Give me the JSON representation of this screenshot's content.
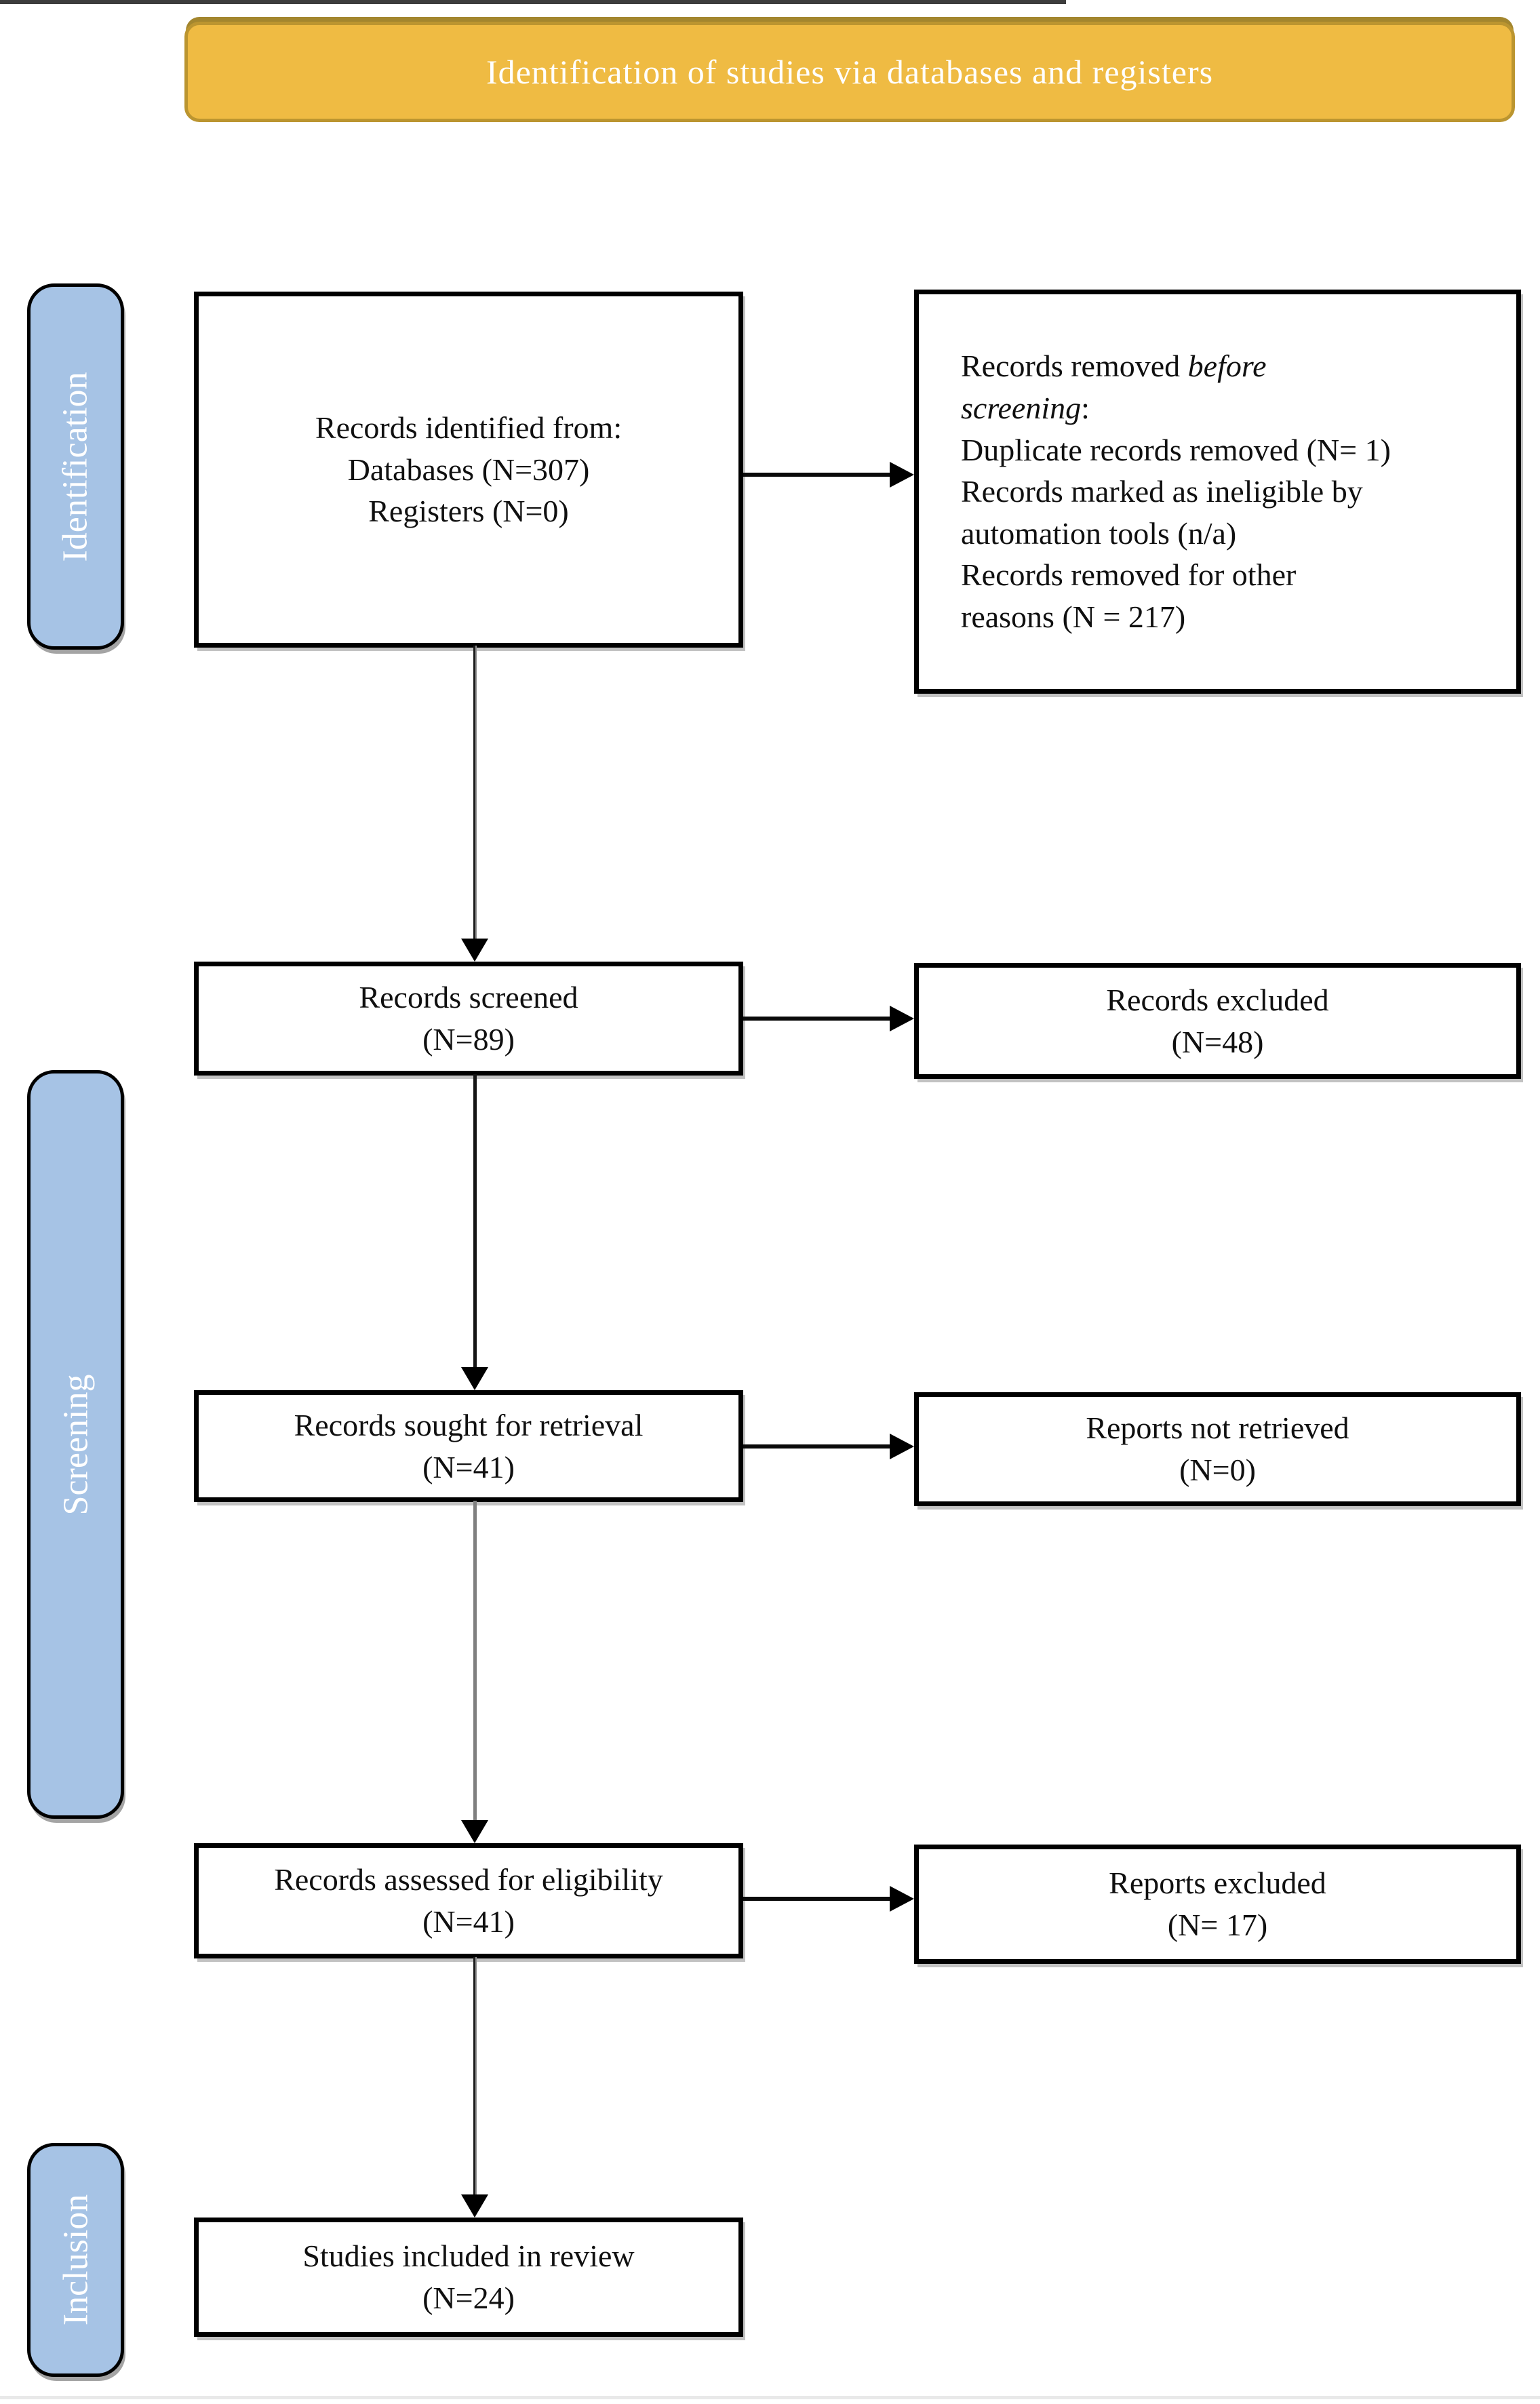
{
  "banner": {
    "label": "Identification of studies via databases and registers"
  },
  "stages": [
    {
      "label": "Identification"
    },
    {
      "label": "Screening"
    },
    {
      "label": "Inclusion"
    }
  ],
  "boxes": {
    "identified": {
      "lines": [
        "Records identified from:",
        "Databases (N=307)",
        "Registers (N=0)"
      ]
    },
    "removed": {
      "intro_1_normal": "Records removed ",
      "intro_1_italic": "before",
      "intro_2_italic": "screening",
      "intro_2_suffix": ":",
      "lines": [
        "Duplicate records removed (N= 1)",
        "Records marked as ineligible by",
        "automation tools (n/a)",
        "Records removed for other",
        "reasons (N = 217)"
      ]
    },
    "screened": {
      "title": "Records screened",
      "count": "(N=89)"
    },
    "excluded": {
      "title": "Records excluded",
      "count": "(N=48)"
    },
    "sought": {
      "title": "Records sought for retrieval",
      "count": "(N=41)"
    },
    "not_retrieved": {
      "title": "Reports not retrieved",
      "count": "(N=0)"
    },
    "assessed": {
      "title": "Records assessed for eligibility",
      "count": "(N=41)"
    },
    "reports_excluded": {
      "title": "Reports excluded",
      "count": "(N= 17)"
    },
    "included": {
      "title": "Studies included in review",
      "count": "(N=24)"
    }
  },
  "colors": {
    "banner_fill": "#efbb43",
    "banner_border": "#bb9530",
    "stage_fill": "#a6c3e5",
    "stage_text": "#ffffff",
    "box_border": "#000000",
    "box_fill": "#ffffff",
    "text": "#101010",
    "arrow_black": "#141414",
    "arrow_gray": "#7f7f7f"
  }
}
